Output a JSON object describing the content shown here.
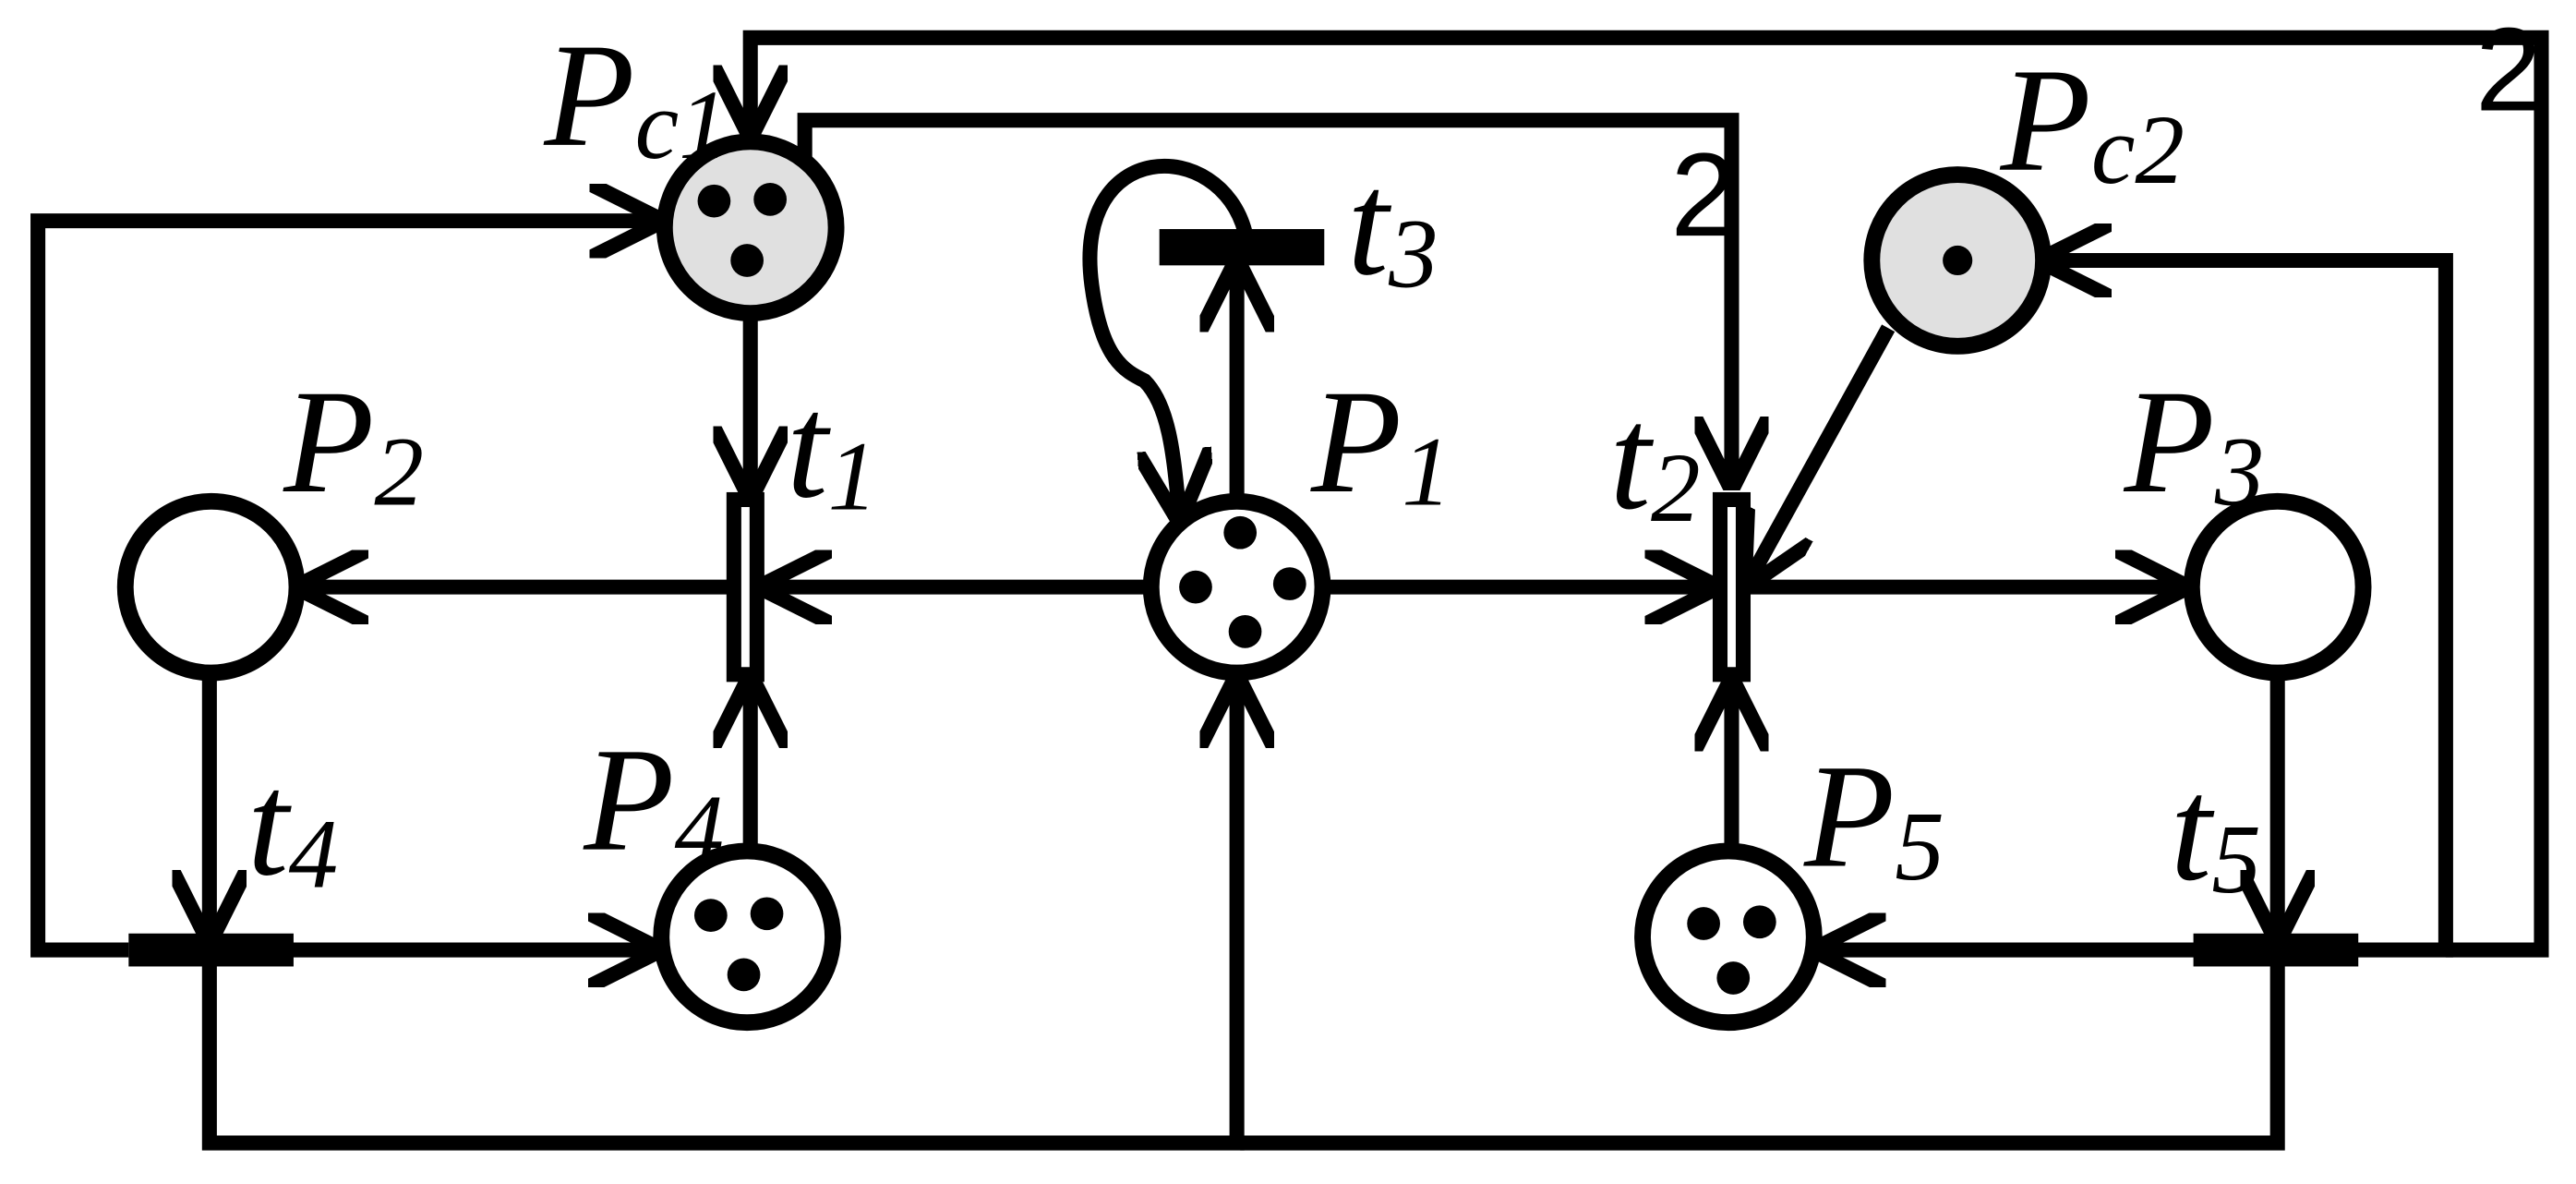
{
  "colors": {
    "stroke": "#000000",
    "empty_place_fill": "#ffffff",
    "control_place_fill": "#e0e0e0"
  },
  "places": {
    "pc1": {
      "label": "P",
      "sub": "c1",
      "tokens": 3
    },
    "pc2": {
      "label": "P",
      "sub": "c2",
      "tokens": 1
    },
    "p1": {
      "label": "P",
      "sub": "1",
      "tokens": 4
    },
    "p2": {
      "label": "P",
      "sub": "2",
      "tokens": 0
    },
    "p3": {
      "label": "P",
      "sub": "3",
      "tokens": 0
    },
    "p4": {
      "label": "P",
      "sub": "4",
      "tokens": 3
    },
    "p5": {
      "label": "P",
      "sub": "5",
      "tokens": 3
    }
  },
  "transitions": {
    "t1": {
      "label": "t",
      "sub": "1"
    },
    "t2": {
      "label": "t",
      "sub": "2"
    },
    "t3": {
      "label": "t",
      "sub": "3"
    },
    "t4": {
      "label": "t",
      "sub": "4"
    },
    "t5": {
      "label": "t",
      "sub": "5"
    }
  },
  "arc_weights": {
    "t5_to_pc1": "2",
    "pc1_to_t2": "2"
  }
}
